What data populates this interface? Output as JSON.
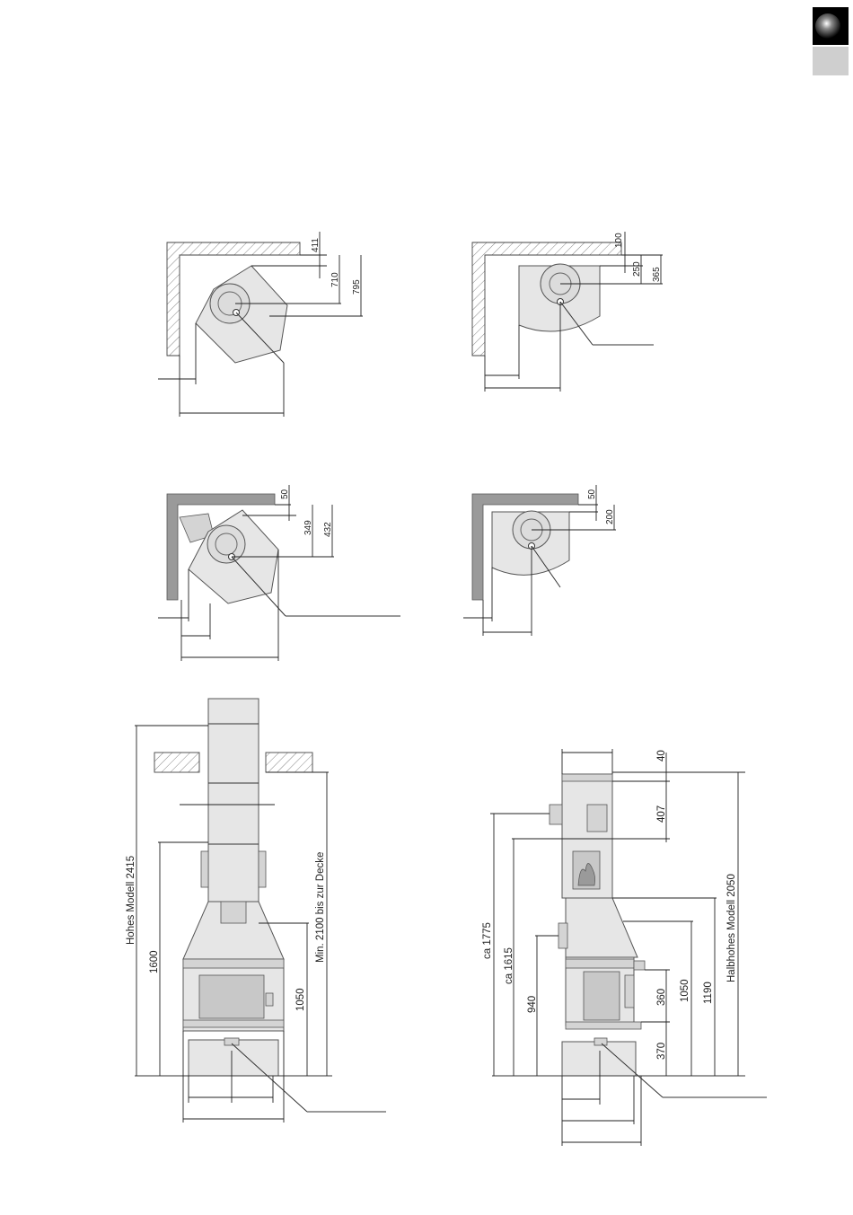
{
  "tab": {
    "accent": "#111111",
    "sub": "#cfcfcf"
  },
  "plan_tl": {
    "d1": "411",
    "d2": "710",
    "d3": "795"
  },
  "plan_tr": {
    "d1": "100",
    "d2": "250",
    "d3": "365"
  },
  "plan_ml": {
    "d1": "50",
    "d2": "349",
    "d3": "432"
  },
  "plan_mr": {
    "d1": "50",
    "d2": "200"
  },
  "elev_left": {
    "height_label": "Hohes Modell 2415",
    "d1600": "1600",
    "min_label": "Min. 2100 bis zur Decke",
    "d1050": "1050"
  },
  "elev_right": {
    "d40": "40",
    "d407": "407",
    "height_label": "Halbhohes Modell  2050",
    "ca1775": "ca 1775",
    "ca1615": "ca 1615",
    "d940": "940",
    "d360": "360",
    "d1050": "1050",
    "d1190": "1190",
    "d370": "370"
  }
}
